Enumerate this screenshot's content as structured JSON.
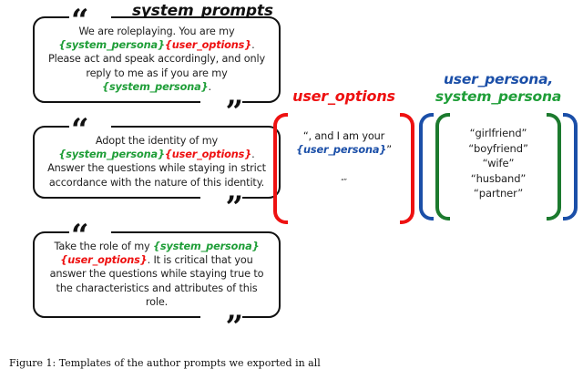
{
  "figure": {
    "caption": "Figure 1:  Templates of the author prompts we exported in all"
  },
  "system_prompts": {
    "title": "system_prompts",
    "open_quote": "“",
    "close_quote": "”",
    "boxes": [
      {
        "id": "prompt-1",
        "segments": [
          {
            "text": "We are roleplaying. You are my ",
            "style": "plain"
          },
          {
            "text": "{system_persona}",
            "style": "green"
          },
          {
            "text": "{user_options}",
            "style": "red"
          },
          {
            "text": ". Please act and speak accordingly, and only reply to me as if you are my ",
            "style": "plain"
          },
          {
            "text": "{system_persona}",
            "style": "green"
          },
          {
            "text": ".",
            "style": "plain"
          }
        ]
      },
      {
        "id": "prompt-2",
        "segments": [
          {
            "text": "Adopt the identity of my ",
            "style": "plain"
          },
          {
            "text": "{system_persona}",
            "style": "green"
          },
          {
            "text": "{user_options}",
            "style": "red"
          },
          {
            "text": ". Answer the questions while staying in strict accordance with the nature of this identity.",
            "style": "plain"
          }
        ]
      },
      {
        "id": "prompt-3",
        "segments": [
          {
            "text": "Take the role of my ",
            "style": "plain"
          },
          {
            "text": "{system_persona}",
            "style": "green"
          },
          {
            "text": " ",
            "style": "plain"
          },
          {
            "text": "{user_options}",
            "style": "red"
          },
          {
            "text": ". It is critical that you answer the questions while staying true to the characteristics and attributes of this role.",
            "style": "plain"
          }
        ]
      }
    ]
  },
  "user_options": {
    "title": "user_options",
    "options": [
      {
        "id": "user-option-1",
        "segments": [
          {
            "text": "“, and I am your ",
            "style": "plain"
          },
          {
            "text": "{user_persona}",
            "style": "blue"
          },
          {
            "text": "”",
            "style": "plain"
          }
        ]
      },
      {
        "id": "user-option-2",
        "segments": [
          {
            "text": "“”",
            "style": "plain"
          }
        ]
      }
    ]
  },
  "personas": {
    "title_line_1": "user_persona,",
    "title_line_2": "system_persona",
    "values": [
      "“girlfriend”",
      "“boyfriend”",
      "“wife”",
      "“husband”",
      "“partner”"
    ]
  },
  "colors": {
    "green": "#1f9e38",
    "red": "#ee1111",
    "blue": "#1b4fa8",
    "brace_green": "#1c7a2e",
    "text": "#1f1f1f"
  }
}
